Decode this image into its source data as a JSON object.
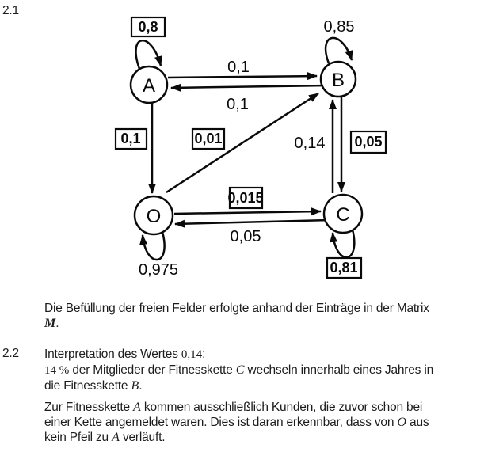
{
  "sections": {
    "first": "2.1",
    "second": "2.2"
  },
  "diagram": {
    "nodes": {
      "a": "A",
      "b": "B",
      "o": "O",
      "c": "C"
    },
    "labels": {
      "loop_a": "0,8",
      "loop_b": "0,85",
      "loop_o": "0,975",
      "loop_c": "0,81",
      "a_to_b": "0,1",
      "b_to_a": "0,1",
      "a_to_o": "0,1",
      "o_to_b": "0,01",
      "c_to_b": "0,14",
      "b_to_c": "0,05",
      "o_to_c": "0,015",
      "c_to_o": "0,05"
    }
  },
  "note": {
    "line1": "Die Befüllung der freien Felder erfolgte anhand der Einträge in der Matrix",
    "matrix_symbol": "M",
    "period": "."
  },
  "interpretation": {
    "line1_pre": "Interpretation des Wertes ",
    "value": "0,14",
    "line1_post": ":",
    "line2_percent": "14 %",
    "line2_mid": " der Mitglieder der Fitnesskette ",
    "line2_chain": "C",
    "line2_post": " wechseln innerhalb eines Jahres in",
    "line3_pre": "die Fitnesskette ",
    "line3_chain": "B",
    "line3_post": "."
  },
  "explanation": {
    "line1_pre": "Zur Fitnesskette ",
    "line1_chain": "A",
    "line1_post": " kommen ausschließlich Kunden, die zuvor schon bei",
    "line2_pre": "einer Kette angemeldet waren. Dies ist daran erkennbar, dass von ",
    "line2_chain": "O",
    "line2_post": " aus",
    "line3_pre": "kein Pfeil zu ",
    "line3_chain": "A",
    "line3_post": " verläuft."
  }
}
